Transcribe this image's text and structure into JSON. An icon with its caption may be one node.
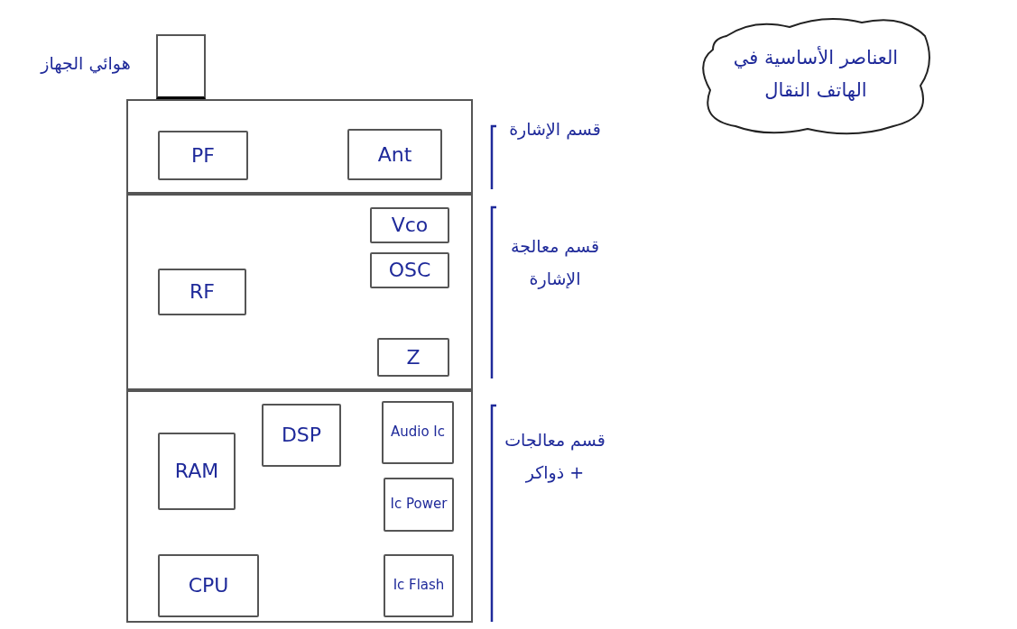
{
  "diagram": {
    "nodes": [
      {
        "text": [],
        "shape": "box",
        "beside": [
          "هوائي الجهاز"
        ]
      },
      {
        "text": [],
        "shape": "box",
        "beside": [
          "قسم الإشارة"
        ]
      },
      {
        "text": [
          "PF"
        ],
        "in": 1
      },
      {
        "text": [
          "Ant"
        ],
        "in": 1
      },
      {
        "text": [],
        "shape": "box",
        "beside": [
          "قسم معالجة الإشارة"
        ]
      },
      {
        "text": [
          "Vco"
        ],
        "in": 4
      },
      {
        "text": [
          "RF"
        ],
        "in": 4
      },
      {
        "text": [
          "OSC"
        ],
        "in": 4
      },
      {
        "text": [
          "Z"
        ],
        "in": 4
      },
      {
        "text": [],
        "shape": "box",
        "beside": [
          "قسم معالجات + ذواكر"
        ]
      },
      {
        "text": [
          "DSP"
        ],
        "in": 9
      },
      {
        "text": [
          "Audio Ic"
        ],
        "in": 9
      },
      {
        "text": [
          "RAM"
        ],
        "in": 9
      },
      {
        "text": [
          "Ic Power"
        ],
        "in": 9
      },
      {
        "text": [
          "CPU"
        ],
        "in": 9
      },
      {
        "text": [
          "Ic Flash"
        ],
        "in": 9
      },
      {
        "text": [
          "العناصر الأساسية في الهاتف النقال"
        ]
      }
    ],
    "edges": []
  }
}
